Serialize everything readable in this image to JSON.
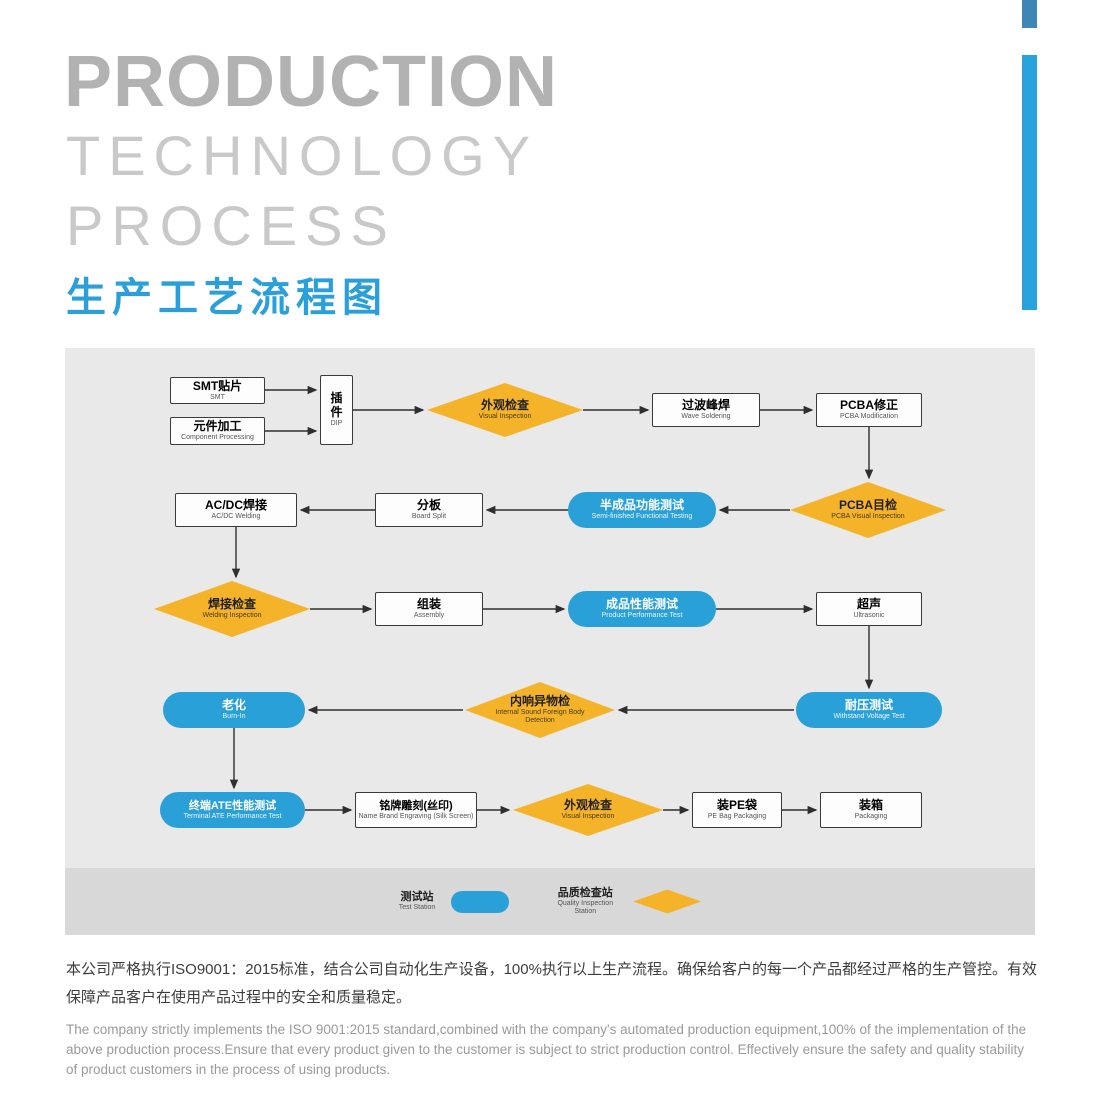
{
  "header": {
    "line1": "PRODUCTION",
    "line2": "TECHNOLOGY",
    "line3": "PROCESS",
    "title_cn": "生产工艺流程图"
  },
  "colors": {
    "accent_blue": "#2aa0d8",
    "diamond_yellow": "#f5b32a",
    "panel_gray": "#e9e9e9",
    "legend_gray": "#d8d8d8",
    "heading_gray": "#b2b2b2"
  },
  "flow": {
    "nodes": [
      {
        "title": "SMT贴片",
        "subtitle": "SMT",
        "type": "rect"
      },
      {
        "title": "元件加工",
        "subtitle": "Component Processing",
        "type": "rect"
      },
      {
        "title": "插件",
        "subtitle": "DIP",
        "type": "rect"
      },
      {
        "title": "外观检查",
        "subtitle": "Visual Inspection",
        "type": "diamond"
      },
      {
        "title": "过波峰焊",
        "subtitle": "Wave Soldering",
        "type": "rect"
      },
      {
        "title": "PCBA修正",
        "subtitle": "PCBA Modification",
        "type": "rect"
      },
      {
        "title": "PCBA目检",
        "subtitle": "PCBA Visual Inspection",
        "type": "diamond"
      },
      {
        "title": "半成品功能测试",
        "subtitle": "Semi-finished Functional Testing",
        "type": "pill"
      },
      {
        "title": "分板",
        "subtitle": "Board Split",
        "type": "rect"
      },
      {
        "title": "AC/DC焊接",
        "subtitle": "AC/DC Welding",
        "type": "rect"
      },
      {
        "title": "焊接检查",
        "subtitle": "Welding Inspection",
        "type": "diamond"
      },
      {
        "title": "组装",
        "subtitle": "Assembly",
        "type": "rect"
      },
      {
        "title": "成品性能测试",
        "subtitle": "Product Performance Test",
        "type": "pill"
      },
      {
        "title": "超声",
        "subtitle": "Ultrasonic",
        "type": "rect"
      },
      {
        "title": "老化",
        "subtitle": "Burn-In",
        "type": "pill"
      },
      {
        "title": "内响异物检",
        "subtitle": "Internal Sound Foreign Body Detection",
        "type": "diamond"
      },
      {
        "title": "耐压测试",
        "subtitle": "Withstand Voltage Test",
        "type": "pill"
      },
      {
        "title": "终端ATE性能测试",
        "subtitle": "Terminal ATE Performance Test",
        "type": "pill"
      },
      {
        "title": "铭牌雕刻(丝印)",
        "subtitle": "Name Brand Engraving (Silk Screen)",
        "type": "rect"
      },
      {
        "title": "外观检查",
        "subtitle": "Visual Inspection",
        "type": "diamond"
      },
      {
        "title": "装PE袋",
        "subtitle": "PE Bag Packaging",
        "type": "rect"
      },
      {
        "title": "装箱",
        "subtitle": "Packaging",
        "type": "rect"
      }
    ]
  },
  "legend": {
    "test_station": {
      "label_cn": "测试站",
      "label_en": "Test Station"
    },
    "quality_station": {
      "label_cn": "品质检查站",
      "label_en": "Quality Inspection Station"
    }
  },
  "footer": {
    "cn": "本公司严格执行ISO9001：2015标准，结合公司自动化生产设备，100%执行以上生产流程。确保给客户的每一个产品都经过严格的生产管控。有效保障产品客户在使用产品过程中的安全和质量稳定。",
    "en": "The company strictly implements the ISO 9001:2015 standard,combined with the company's automated production equipment,100% of the implementation of the above production process.Ensure that every product given to the customer is subject to strict production control. Effectively ensure the safety and quality stability of product customers in the process of using products."
  }
}
